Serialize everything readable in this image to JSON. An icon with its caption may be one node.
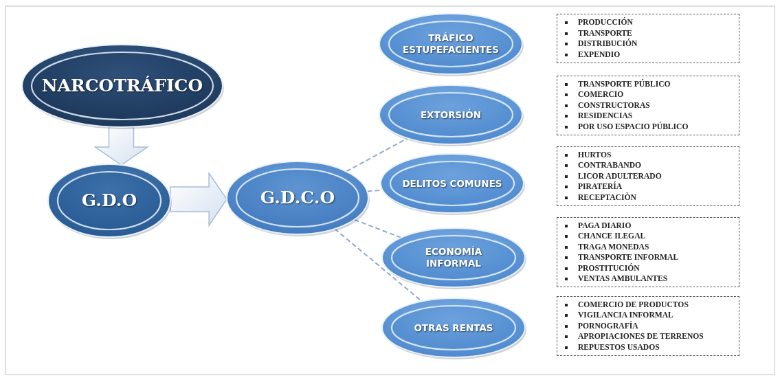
{
  "diagram": {
    "nodes": [
      {
        "text": [
          "NARCOTRÁFICO"
        ]
      },
      {
        "text": [
          "G.D.O"
        ]
      },
      {
        "text": [
          "G.D.C.O"
        ]
      },
      {
        "text": [
          "TRÁFICO ESTUPEFACIENTES"
        ]
      },
      {
        "text": [
          "EXTORSIÓN"
        ]
      },
      {
        "text": [
          "DELITOS COMUNES"
        ]
      },
      {
        "text": [
          "ECONOMÍA INFORMAL"
        ]
      },
      {
        "text": [
          "OTRAS RENTAS"
        ]
      },
      {
        "text": [
          "PRODUCCIÓN",
          "TRANSPORTE",
          "DISTRIBUCIÓN",
          "EXPENDIO"
        ]
      },
      {
        "text": [
          "TRANSPORTE PÚBLICO",
          "COMERCIO",
          "CONSTRUCTORAS",
          "RESIDENCIAS",
          "POR USO ESPACIO PÚBLICO"
        ]
      },
      {
        "text": [
          "HURTOS",
          "CONTRABANDO",
          "LICOR ADULTERADO",
          "PIRATERÍA",
          "RECEPTACIÒN"
        ]
      },
      {
        "text": [
          "PAGA DIARIO",
          "CHANCE ILEGAL",
          "TRAGA MONEDAS",
          "TRANSPORTE INFORMAL",
          "PROSTITUCIÓN",
          "VENTAS AMBULANTES"
        ]
      },
      {
        "text": [
          "COMERCIO DE PRODUCTOS",
          "VIGILANCIA INFORMAL",
          "PORNOGRAFÍA",
          "APROPIACIONES DE TERRENOS",
          "REPUESTOS USADOS"
        ]
      }
    ],
    "edges": [
      {
        "from": 0,
        "to": 1,
        "arrow": "to",
        "style": "thick"
      },
      {
        "from": 1,
        "to": 2,
        "arrow": "to",
        "style": "thick"
      },
      {
        "from": 2,
        "to": 4,
        "arrow": "none",
        "style": "dashed"
      },
      {
        "from": 2,
        "to": 5,
        "arrow": "none",
        "style": "dashed"
      },
      {
        "from": 2,
        "to": 6,
        "arrow": "none",
        "style": "dashed"
      },
      {
        "from": 2,
        "to": 7,
        "arrow": "none",
        "style": "dashed"
      }
    ]
  }
}
